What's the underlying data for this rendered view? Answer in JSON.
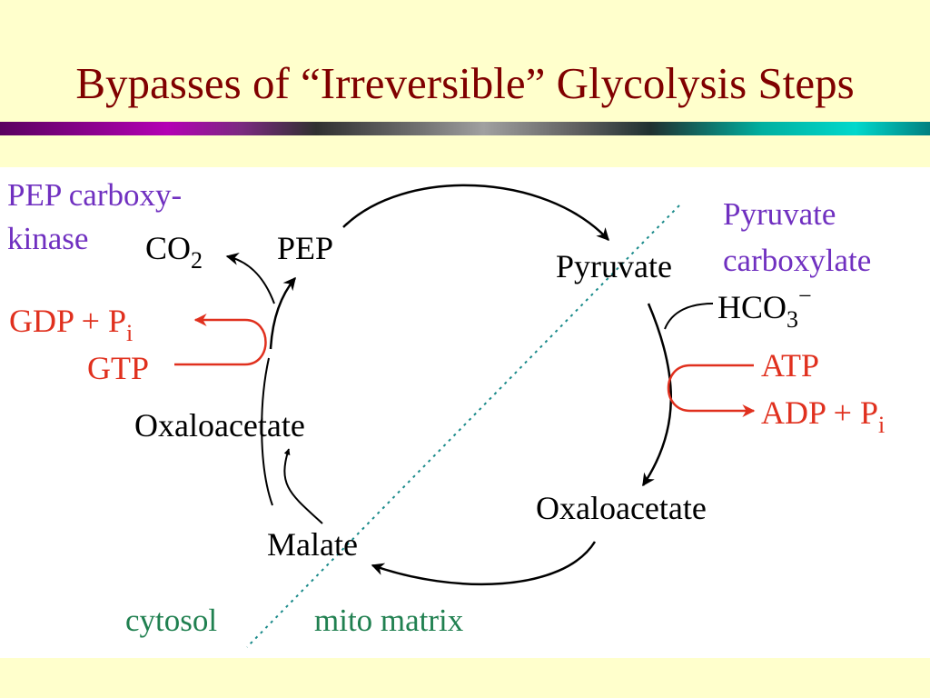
{
  "title": "Bypasses of “Irreversible” Glycolysis Steps",
  "diagram": {
    "enzymes": {
      "pepck_line1": "PEP carboxy-",
      "pepck_line2": "kinase",
      "pc_line1": "Pyruvate",
      "pc_line2": "carboxylate"
    },
    "cytosol": {
      "co2": "CO",
      "co2_sub": "2",
      "pep": "PEP",
      "gdp": "GDP + P",
      "gdp_sub": "i",
      "gtp": "GTP",
      "oaa": "Oxaloacetate",
      "malate": "Malate"
    },
    "mito": {
      "pyruvate": "Pyruvate",
      "hco3": "HCO",
      "hco3_sub": "3",
      "hco3_sup": "−",
      "atp": "ATP",
      "adp": "ADP + P",
      "adp_sub": "i",
      "oaa": "Oxaloacetate"
    },
    "compartments": {
      "cytosol": "cytosol",
      "mito": "mito matrix"
    },
    "colors": {
      "title": "#800000",
      "enzyme": "#7030c0",
      "cofactor": "#e0301e",
      "compartment": "#208050",
      "membrane": "#1a8a8a"
    }
  }
}
